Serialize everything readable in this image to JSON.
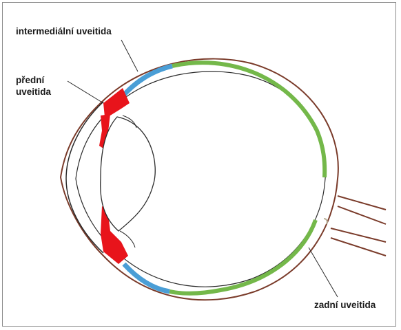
{
  "labels": {
    "intermediate": "intermediální uveitida",
    "anterior_line1": "přední",
    "anterior_line2": "uveitida",
    "posterior": "zadní uveitida"
  },
  "colors": {
    "iris_ciliary_red": "#e8141b",
    "choroid_blue": "#4a9ed6",
    "retina_green": "#74b84a",
    "sclera_brown": "#7a3b2a",
    "outline": "#2b2b2b"
  }
}
